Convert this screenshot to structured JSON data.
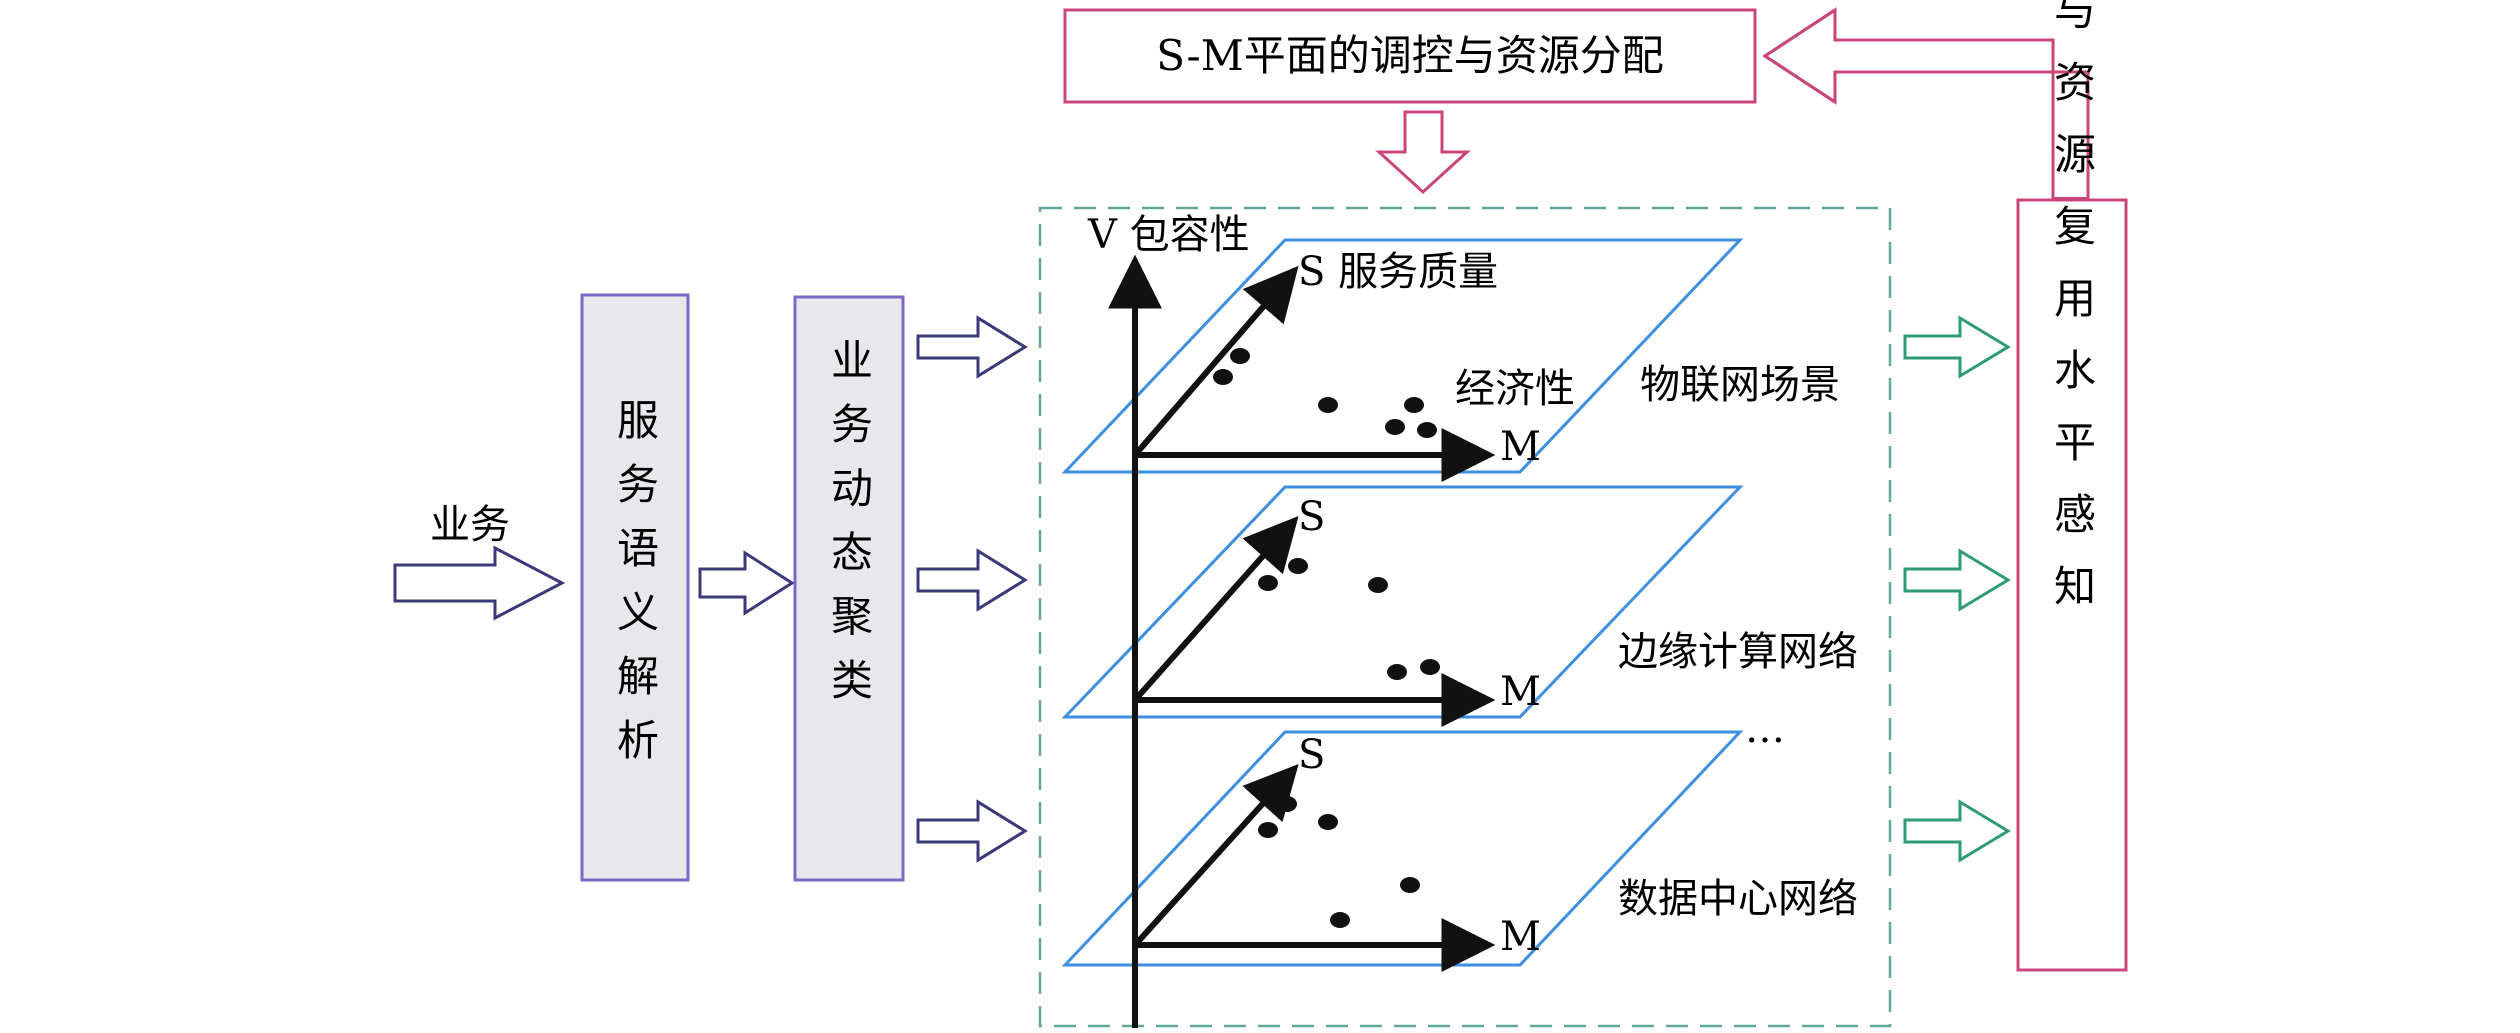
{
  "diagram": {
    "input_label": "业务",
    "box_semantic": "服务语义解析",
    "box_cluster": "业务动态聚类",
    "top_box": "S-M平面的调控与资源分配",
    "right_box": "服务与资源复用水平感知",
    "axes": {
      "v_axis": "V 包容性",
      "s_axis_top": "S 服务质量",
      "m_axis_top_desc": "经济性",
      "m_axis": "M",
      "s_axis": "S"
    },
    "planes": [
      {
        "label": "物联网场景"
      },
      {
        "label": "边缘计算网络"
      },
      {
        "label": "数据中心网络"
      }
    ],
    "ellipsis": "…",
    "colors": {
      "box_purple": "#7b68c8",
      "box_fill": "#e8e8ec",
      "plane_blue": "#3d8fe0",
      "pink": "#c9457a",
      "green_arrow": "#2e9a78",
      "dashed_teal": "#5fa89a",
      "arrow_navy": "#3a3a7a"
    }
  }
}
